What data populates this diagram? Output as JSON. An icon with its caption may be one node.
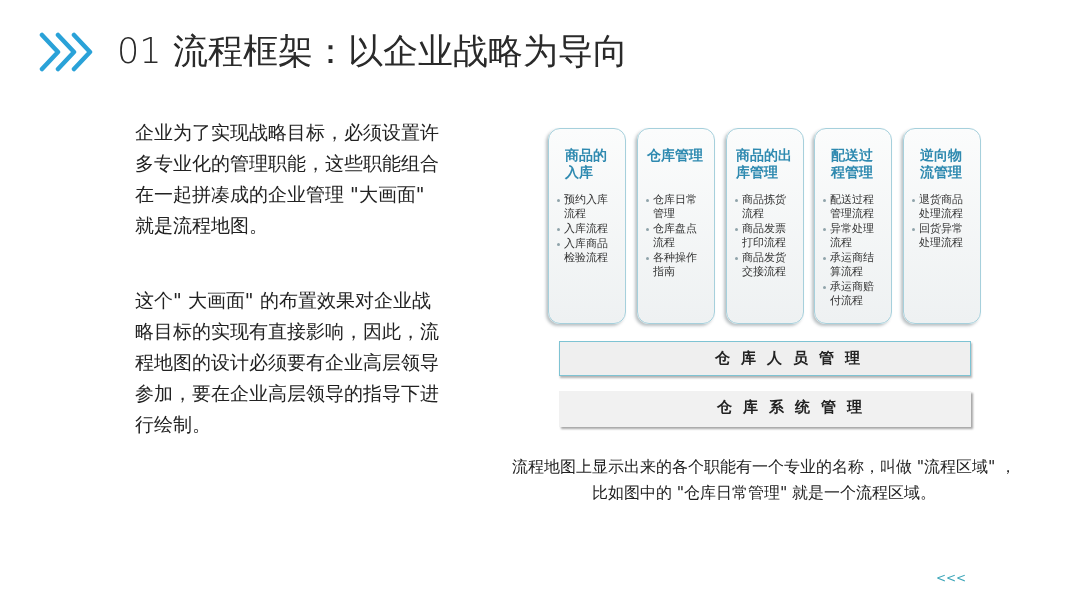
{
  "diagram": {
    "title": "01 流程框架：以企业战略为导向",
    "nodes": [
      {
        "text": [
          "商品的入库",
          "预约入库流程",
          "入库流程",
          "入库商品检验流程"
        ]
      },
      {
        "text": [
          "仓库管理",
          "仓库日常管理",
          "仓库盘点流程",
          "各种操作指南"
        ]
      },
      {
        "text": [
          "商品的出库管理",
          "商品拣货流程",
          "商品发票打印流程",
          "商品发货交接流程"
        ]
      },
      {
        "text": [
          "配送过程管理",
          "配送过程管理流程",
          "异常处理流程",
          "承运商结算流程",
          "承运商赔付流程"
        ]
      },
      {
        "text": [
          "逆向物流管理",
          "退货商品处理流程",
          "回货异常处理流程"
        ]
      },
      {
        "text": [
          "仓库人员管理"
        ]
      },
      {
        "text": [
          "仓库系统管理"
        ]
      }
    ],
    "labels": [
      "企业为了实现战略目标，必须设置许多专业化的管理职能，这些职能组合在一起拼凑成的企业管理 \"大画面\" 就是流程地图。",
      "这个\" 大画面\" 的布置效果对企业战略目标的实现有直接影响，因此，流程地图的设计必须要有企业高层领导参加，要在企业高层领导的指导下进行绘制。",
      "流程地图上显示出来的各个职能有一个专业的名称，叫做 \"流程区域\" ，比如图中的 \"仓库日常管理\" 就是一个流程区域。",
      "<<<"
    ]
  }
}
